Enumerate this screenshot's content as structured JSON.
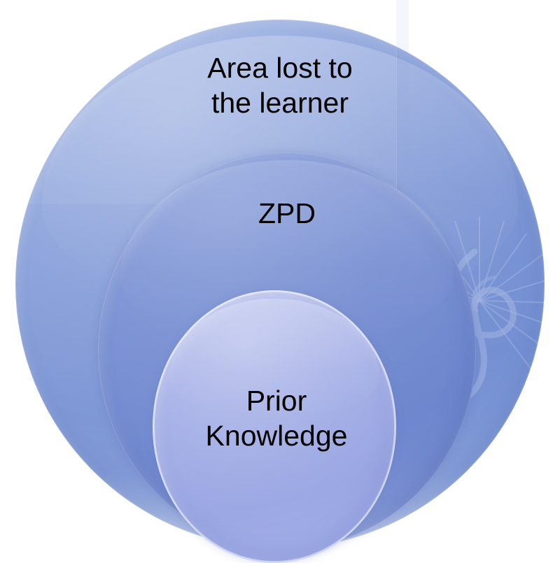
{
  "diagram": {
    "type": "concentric-venn",
    "title": "Zone of Proximal Development nested circles",
    "background_color": "#ffffff",
    "rings": [
      {
        "id": "outer",
        "name": "area-lost-to-learner",
        "label": "Area lost to\nthe learner",
        "fill_color": "#7f98d6",
        "text_color": "#000000"
      },
      {
        "id": "middle",
        "name": "zpd",
        "label": "ZPD",
        "fill_color": "#768ed2",
        "text_color": "#000000"
      },
      {
        "id": "inner",
        "name": "prior-knowledge",
        "label": "Prior\nKnowledge",
        "fill_color": "#9ca8e4",
        "text_color": "#000000"
      }
    ],
    "watermark": {
      "name": "sunburst-swirl-watermark",
      "visible": true
    }
  }
}
